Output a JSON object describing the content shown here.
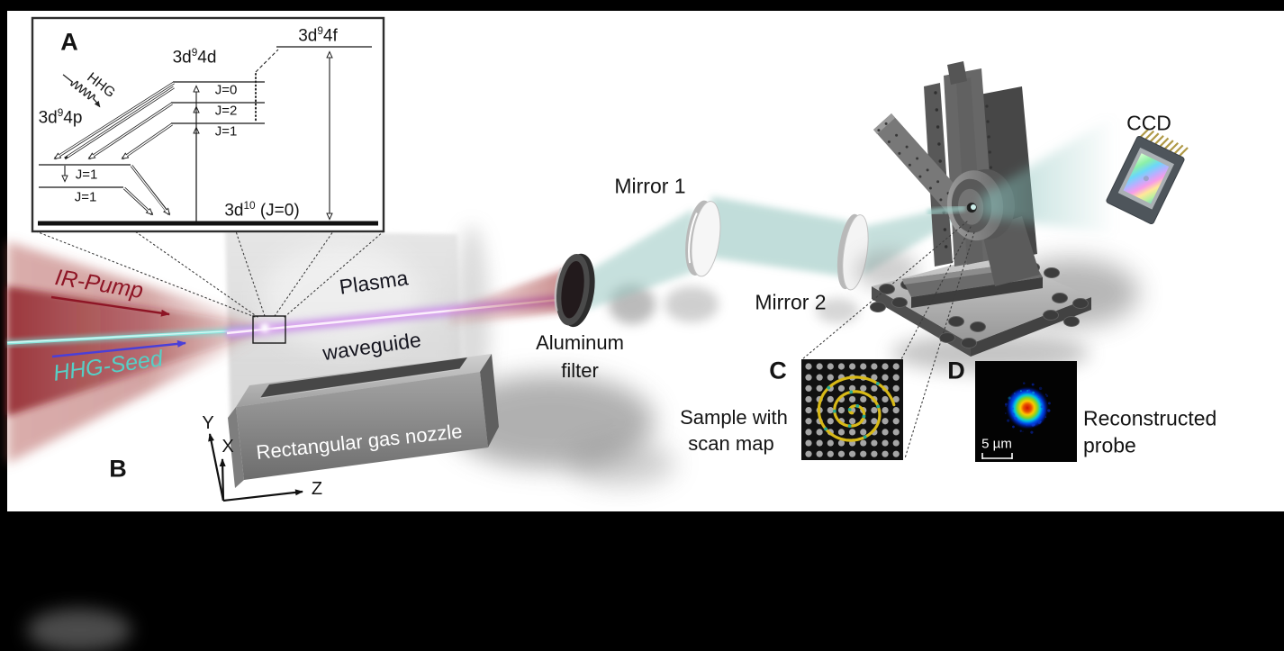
{
  "figure": {
    "panel_labels": {
      "a": "A",
      "b": "B",
      "c": "C",
      "d": "D"
    },
    "inset": {
      "hhg_label": "HHG",
      "levels": {
        "l4f": {
          "base": "3d",
          "sup": "9",
          "tail": "4f"
        },
        "l4d": {
          "base": "3d",
          "sup": "9",
          "tail": "4d"
        },
        "l4p": {
          "base": "3d",
          "sup": "9",
          "tail": "4p"
        },
        "ground": {
          "base": "3d",
          "sup": "10",
          "tail": " (J=0)"
        }
      },
      "j_labels_4d": [
        "J=0",
        "J=2",
        "J=1"
      ],
      "j_labels_4p": [
        "J=1",
        "J=1"
      ]
    },
    "beams": {
      "ir_pump": "IR-Pump",
      "hhg_seed": "HHG-Seed"
    },
    "waveguide": {
      "line1": "Plasma",
      "line2": "waveguide"
    },
    "nozzle_label": "Rectangular gas nozzle",
    "axes": {
      "x": "X",
      "y": "Y",
      "z": "Z"
    },
    "filter": {
      "line1": "Aluminum",
      "line2": "filter"
    },
    "mirrors": {
      "m1": "Mirror 1",
      "m2": "Mirror 2"
    },
    "detector_label": "CCD",
    "sample_panel": {
      "caption_line1": "Sample with",
      "caption_line2": "scan map"
    },
    "probe_panel": {
      "caption_line1": "Reconstructed",
      "caption_line2": "probe",
      "scale_bar": "5 µm"
    }
  },
  "colors": {
    "ir_red": "#8e1525",
    "seed_cyan": "#56cfc6",
    "arrow_blue": "#4a3fd8",
    "beam_teal": "#8fc2bc",
    "plasma_pink": "#d9a6ee",
    "spiral_yellow": "#d8b917",
    "scan_dot_gray": "#a6a6a6",
    "panel_black": "#111111",
    "nozzle_text": "#ffffff"
  }
}
